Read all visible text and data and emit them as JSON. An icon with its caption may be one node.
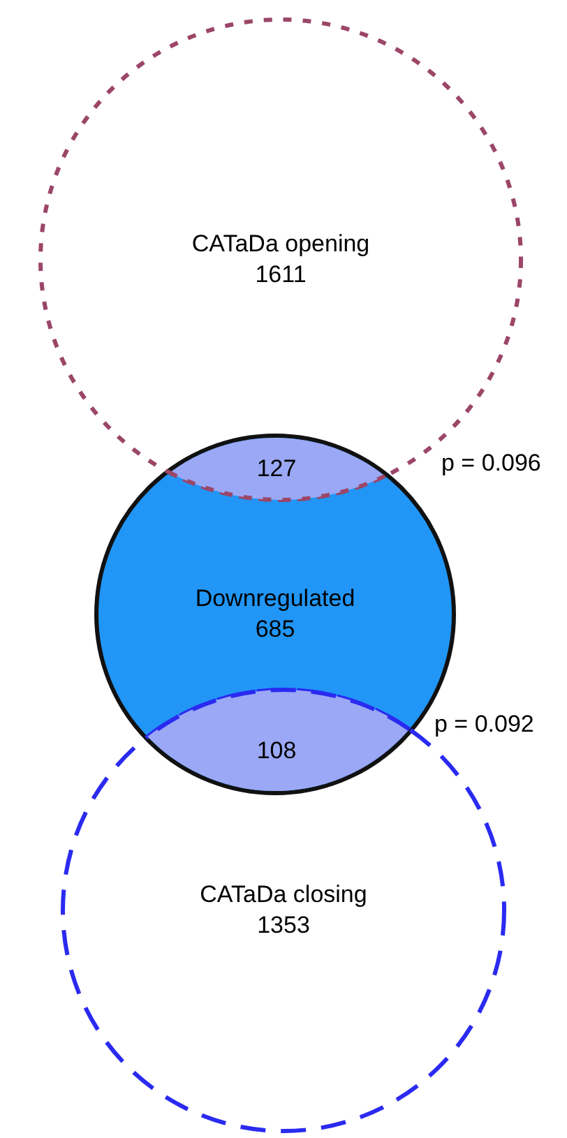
{
  "diagram": {
    "nodes": [
      {
        "text": [
          "CATaDa opening",
          "1611"
        ]
      },
      {
        "text": [
          "127"
        ]
      },
      {
        "text": [
          "Downregulated",
          "685"
        ]
      },
      {
        "text": [
          "108"
        ]
      },
      {
        "text": [
          "CATaDa closing",
          "1353"
        ]
      }
    ],
    "labels": [
      "p = 0.096",
      "p = 0.092"
    ]
  }
}
